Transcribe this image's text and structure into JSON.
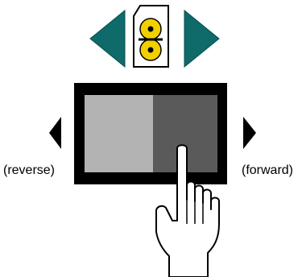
{
  "labels": {
    "reverse": "(reverse)",
    "forward": "(forward)"
  },
  "icons": {
    "top_left_arrow": "left-triangle-arrow",
    "top_right_arrow": "right-triangle-arrow",
    "media": "cassette-reels",
    "side_left_arrow": "left-triangle-arrow",
    "side_right_arrow": "right-triangle-arrow",
    "hand": "pointing-hand"
  },
  "colors": {
    "teal_arrow": "#0f6a6a",
    "reel_yellow": "#f2d000",
    "screen_frame": "#000000",
    "screen_left": "#b3b3b3",
    "screen_right": "#5a5a5a"
  }
}
